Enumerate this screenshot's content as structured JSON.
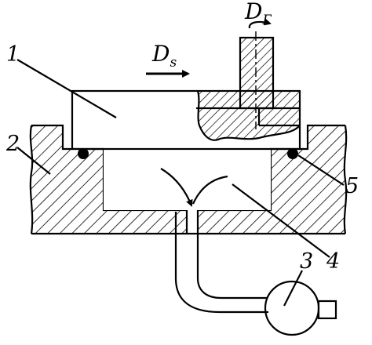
{
  "diagram": {
    "labels": {
      "part1": "1",
      "part2": "2",
      "part3": "3",
      "part4": "4",
      "part5": "5"
    },
    "motion": {
      "feed_symbol": "D",
      "feed_subscript": "s",
      "rotation_symbol": "D",
      "rotation_subscript": "Г"
    }
  }
}
